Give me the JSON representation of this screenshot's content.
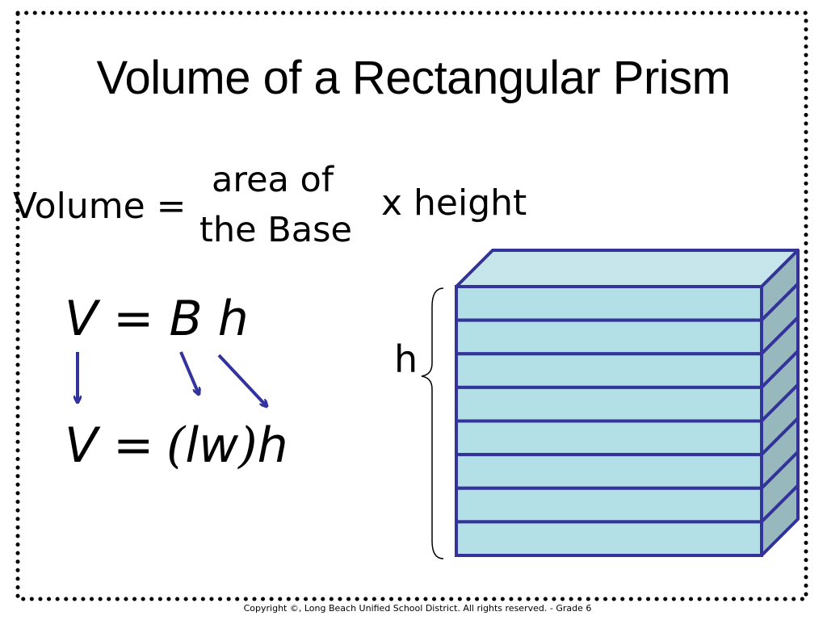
{
  "slide": {
    "title": "Volume of a Rectangular Prism",
    "word_formula": {
      "lhs": "Volume =",
      "area_line1": "area of",
      "area_line2": "the Base",
      "rhs": "x height"
    },
    "formula1": "V = B h",
    "formula2_lhs": "V =",
    "formula2_open": "(",
    "formula2_lw": "lw",
    "formula2_close": ")",
    "formula2_h": "h",
    "height_label": "h",
    "copyright": "Copyright ©, Long Beach Unified School District.  All rights reserved. - Grade 6"
  },
  "colors": {
    "arrow": "#3333a0",
    "prism_stroke": "#333399",
    "prism_front": "#b3dfe6",
    "prism_top": "#c6e6ec",
    "prism_side": "#97b9bd"
  },
  "prism": {
    "layers": 8
  }
}
